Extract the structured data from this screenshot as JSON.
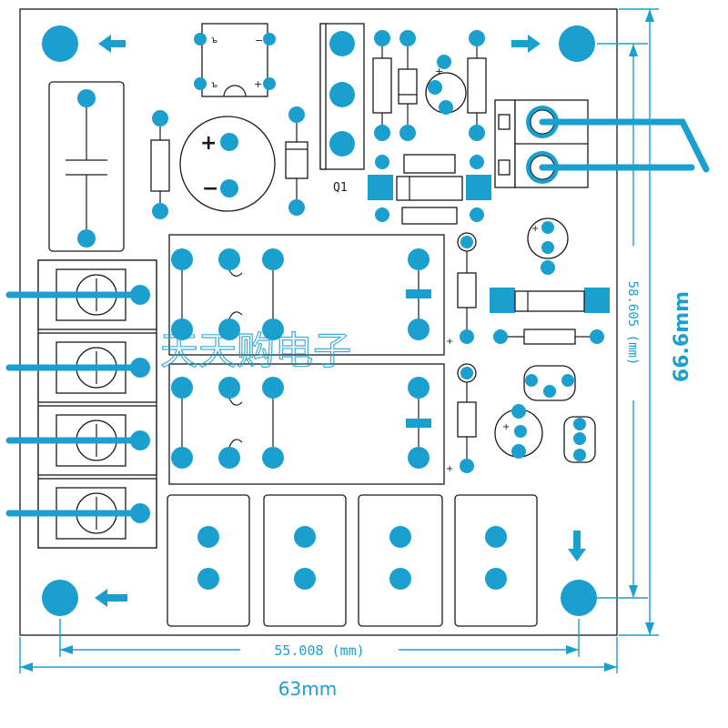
{
  "diagram": {
    "accent_color": "#1b9fcf",
    "line_color": "#1a1a1a",
    "wire_color": "#1b9fcf",
    "component_labels": {
      "transistor": "Q1"
    },
    "polarity_marks": {
      "plus": "+",
      "minus": "−"
    },
    "dimensions": {
      "hole_spacing_horizontal": "55.008 (mm)",
      "board_width": "63mm",
      "hole_spacing_vertical": "58.605 (mm)",
      "board_height": "66.6mm"
    },
    "watermark": "天天购电子",
    "icons": {
      "arrow_left": "arrow-left-icon",
      "arrow_right": "arrow-right-icon",
      "arrow_down": "arrow-down-icon"
    }
  }
}
